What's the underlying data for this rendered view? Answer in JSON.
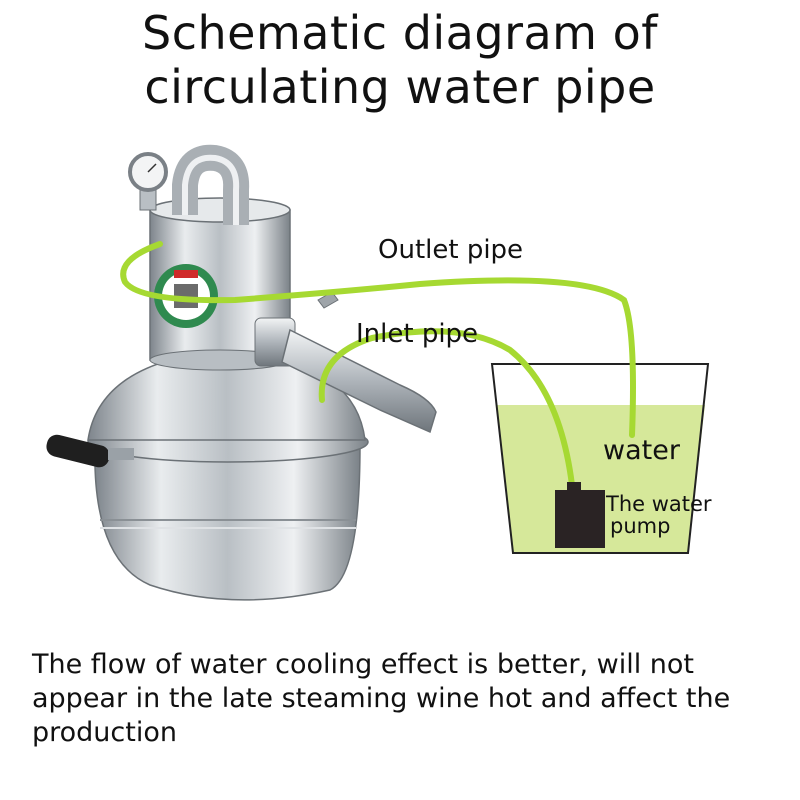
{
  "title": {
    "line1": "Schematic diagram of",
    "line2": "circulating water pipe"
  },
  "labels": {
    "outlet": "Outlet pipe",
    "inlet": "Inlet pipe",
    "water": "water",
    "pump_line1": "The water",
    "pump_line2": "pump"
  },
  "caption": "The flow of water cooling effect is better, will not appear in the late steaming wine hot and affect the production",
  "colors": {
    "hose": "#a6d932",
    "water": "#d6e89a",
    "pump": "#2a2324",
    "steel": "#c7ccd1",
    "badge_ring": "#2f8a4f"
  },
  "icons": [
    "thermometer-icon",
    "water-pump-icon",
    "distiller-image"
  ]
}
